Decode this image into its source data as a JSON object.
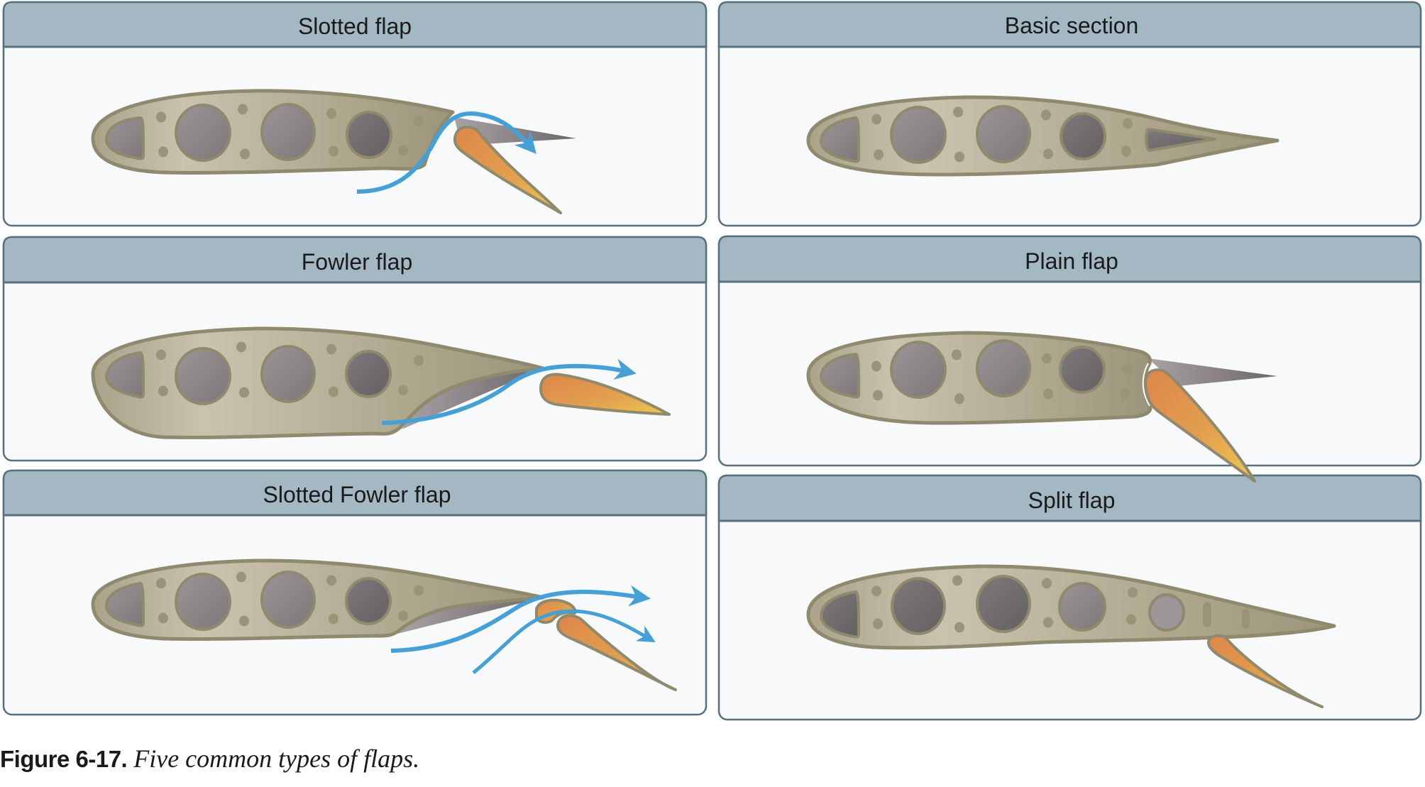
{
  "figure": {
    "number_label": "Figure 6-17.",
    "caption_text": " Five common types of flaps."
  },
  "colors": {
    "header_bg": "#a3b8c3",
    "panel_border": "#56707c",
    "panel_bg": "#f7f9fb",
    "wing_fill_light": "#c9c3ae",
    "wing_fill_dark": "#a49d83",
    "wing_stroke": "#8f8a6d",
    "hole_fill": "#8a8486",
    "hole_fill_dark": "#6e6a6c",
    "flap_orange": "#df8a48",
    "flap_yellow": "#ecc24f",
    "airflow_blue": "#45a0d8"
  },
  "panels": [
    {
      "id": "slotted",
      "title": "Slotted flap",
      "column": "left",
      "row": 1,
      "has_airflow": true,
      "airflow_count": 1
    },
    {
      "id": "basic",
      "title": "Basic section",
      "column": "right",
      "row": 1,
      "has_airflow": false,
      "airflow_count": 0
    },
    {
      "id": "fowler",
      "title": "Fowler flap",
      "column": "left",
      "row": 2,
      "has_airflow": true,
      "airflow_count": 1
    },
    {
      "id": "plain",
      "title": "Plain flap",
      "column": "right",
      "row": 2,
      "has_airflow": false,
      "airflow_count": 0
    },
    {
      "id": "slotted_fowler",
      "title": "Slotted Fowler flap",
      "column": "left",
      "row": 3,
      "has_airflow": true,
      "airflow_count": 2
    },
    {
      "id": "split",
      "title": "Split flap",
      "column": "right",
      "row": 3,
      "has_airflow": false,
      "airflow_count": 0
    }
  ]
}
